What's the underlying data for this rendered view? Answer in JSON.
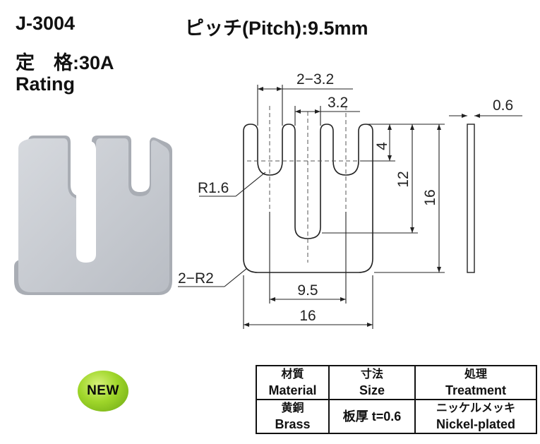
{
  "header": {
    "model": "J-3004",
    "pitch": "ピッチ(Pitch):9.5mm",
    "rating_jp": "定　格:30A",
    "rating_en": "Rating"
  },
  "drawing": {
    "dim_pitch_label": "2−3.2",
    "dim_slot_width": "3.2",
    "dim_thickness": "0.6",
    "dim_short_slot": "4",
    "dim_long_slot": "12",
    "dim_height": "16",
    "dim_radius_slot": "R1.6",
    "dim_corner_radius": "2−R2",
    "dim_pitch": "9.5",
    "dim_width": "16"
  },
  "badge": {
    "label": "NEW",
    "color": "#9fd62a"
  },
  "spec_table": {
    "headers": [
      {
        "jp": "材質",
        "en": "Material"
      },
      {
        "jp": "寸法",
        "en": "Size"
      },
      {
        "jp": "処理",
        "en": "Treatment"
      }
    ],
    "row": {
      "material_jp": "黄銅",
      "material_en": "Brass",
      "size": "板厚 t=0.6",
      "treatment_jp": "ニッケルメッキ",
      "treatment_en": "Nickel-plated"
    }
  }
}
